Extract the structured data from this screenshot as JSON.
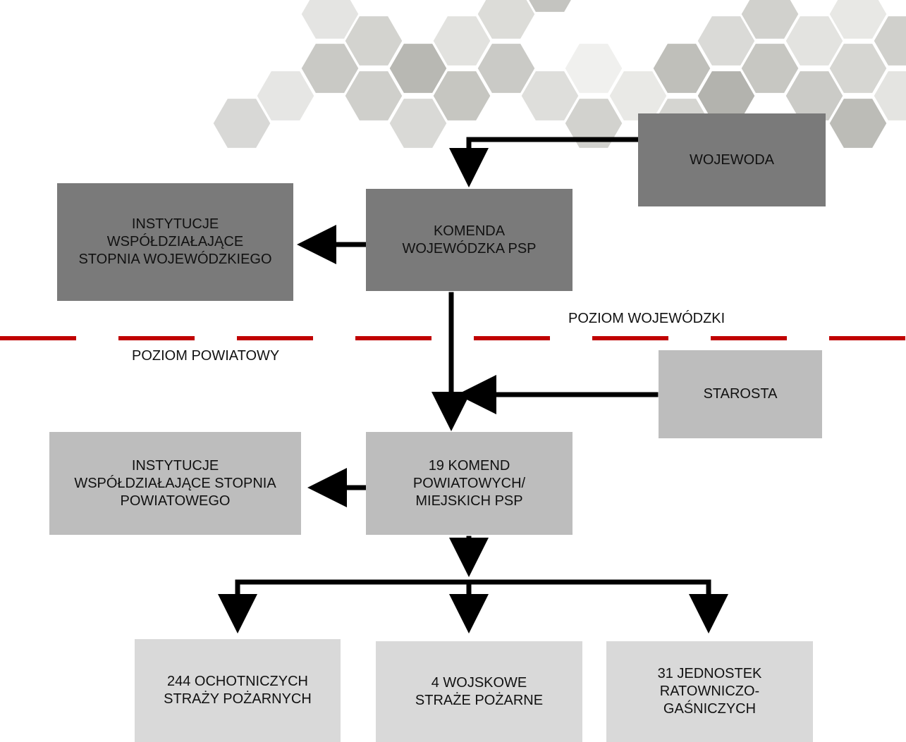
{
  "diagram": {
    "nodes": {
      "wojewoda": "WOJEWODA",
      "komenda_wojewodzka": "KOMENDA\nWOJEWÓDZKA PSP",
      "instytucje_wojewodzkie": "INSTYTUCJE\nWSPÓŁDZIAŁAJĄCE\nSTOPNIA WOJEWÓDZKIEGO",
      "starosta": "STAROSTA",
      "komendy_powiatowe": "19 KOMEND\nPOWIATOWYCH/\nMIEJSKICH PSP",
      "instytucje_powiatowe": "INSTYTUCJE\nWSPÓŁDZIAŁAJĄCE STOPNIA\nPOWIATOWEGO",
      "osp": "244 OCHOTNICZYCH\nSTRAŻY POŻARNYCH",
      "wojskowe": "4 WOJSKOWE\nSTRAŻE POŻARNE",
      "jrg": "31 JEDNOSTEK\nRATOWNICZO-\nGAŚNICZYCH"
    },
    "levels": {
      "wojewodzki": "POZIOM WOJEWÓDZKI",
      "powiatowy": "POZIOM POWIATOWY"
    },
    "colors": {
      "dark_box": "#7a7a7a",
      "mid_box": "#bdbdbd",
      "light_box": "#d9d9d9",
      "divider": "#c00000",
      "arrow": "#000000"
    },
    "edges": [
      [
        "wojewoda",
        "komenda_wojewodzka"
      ],
      [
        "komenda_wojewodzka",
        "instytucje_wojewodzkie"
      ],
      [
        "komenda_wojewodzka",
        "komendy_powiatowe"
      ],
      [
        "starosta",
        "komendy_powiatowe"
      ],
      [
        "komendy_powiatowe",
        "instytucje_powiatowe"
      ],
      [
        "komendy_powiatowe",
        "osp"
      ],
      [
        "komendy_powiatowe",
        "wojskowe"
      ],
      [
        "komendy_powiatowe",
        "jrg"
      ]
    ]
  }
}
